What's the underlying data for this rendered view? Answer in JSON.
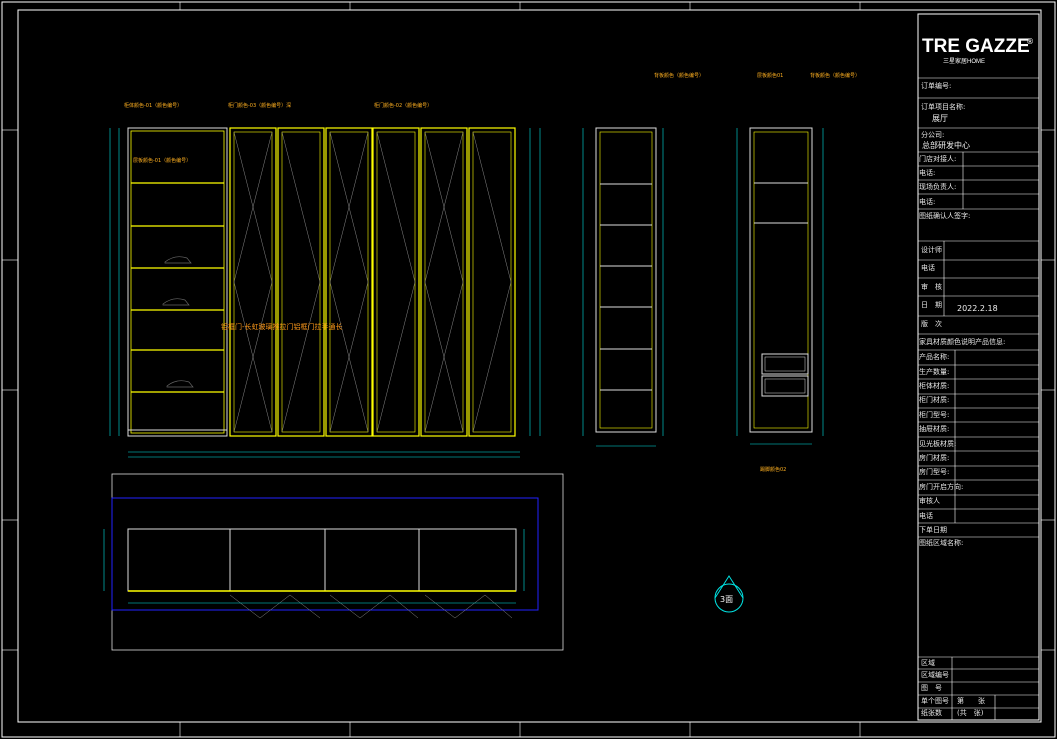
{
  "logo": {
    "brand": "TRE GAZZE",
    "sub": "三星家居HOME",
    "reg": "®"
  },
  "title_block": {
    "order_no_label": "订单编号:",
    "order_name_label": "订单项目名称:",
    "order_name_value": "展厅",
    "branch_label": "分公司:",
    "branch_value": "总部研发中心",
    "store_receiver_label": "门店对接人:",
    "phone1_label": "电话:",
    "site_lead_label": "现场负责人:",
    "phone2_label": "电话:",
    "confirm_label": "图纸确认人签字:",
    "designer_label": "设计师",
    "phone3_label": "电话",
    "review_label": "审　核",
    "date_label": "日　期",
    "date_value": "2022.2.18",
    "version_label": "版　次",
    "spec_header": "家具材质颜色说明产品信息:",
    "product_name_label": "产品名称:",
    "quantity_label": "生产数量:",
    "body_material_label": "柜体材质:",
    "door_material_label": "柜门材质:",
    "door_model_label": "柜门型号:",
    "back_material_label": "抽屉材质:",
    "sight_board_label": "见光板材质:",
    "drawer_material_label": "房门材质:",
    "room_door_model_label": "房门型号:",
    "door_open_label": "房门开启方向:",
    "reviewer_label": "审核人",
    "phone4_label": "电话",
    "order_date_label": "下单日期",
    "area_name_label": "图纸区域名称:",
    "area_label": "区域",
    "area_no_label": "区域编号",
    "drawing_no_label": "图　号",
    "single_drawing_label": "单个图号",
    "sheet_label": "第　　张",
    "total_sheets_label": "纸张数",
    "total_label": "(共　张)"
  },
  "annotations": {
    "top_left_label": "柜体颜色-01（颜色编号）",
    "top_mid_label": "柜门颜色-03（颜色编号）深",
    "top_right_label": "柜门颜色-02（颜色编号）",
    "side_label": "层板颜色-01（颜色编号）",
    "center_note": "铝框门-长虹玻璃推拉门铝框门拉手通长",
    "section1_label": "背板颜色（颜色编号）",
    "section2a_label": "层板颜色01",
    "section2b_label": "背板颜色（颜色编号）",
    "section2_bottom_label": "踢脚颜色02",
    "view_marker": "3面"
  },
  "colors": {
    "frame": "#ffffff",
    "yellow": "#ffff00",
    "cyan": "#00e5e5",
    "orange": "#ff9a1a",
    "blue": "#2222ff",
    "grey": "#9a9a9a"
  }
}
